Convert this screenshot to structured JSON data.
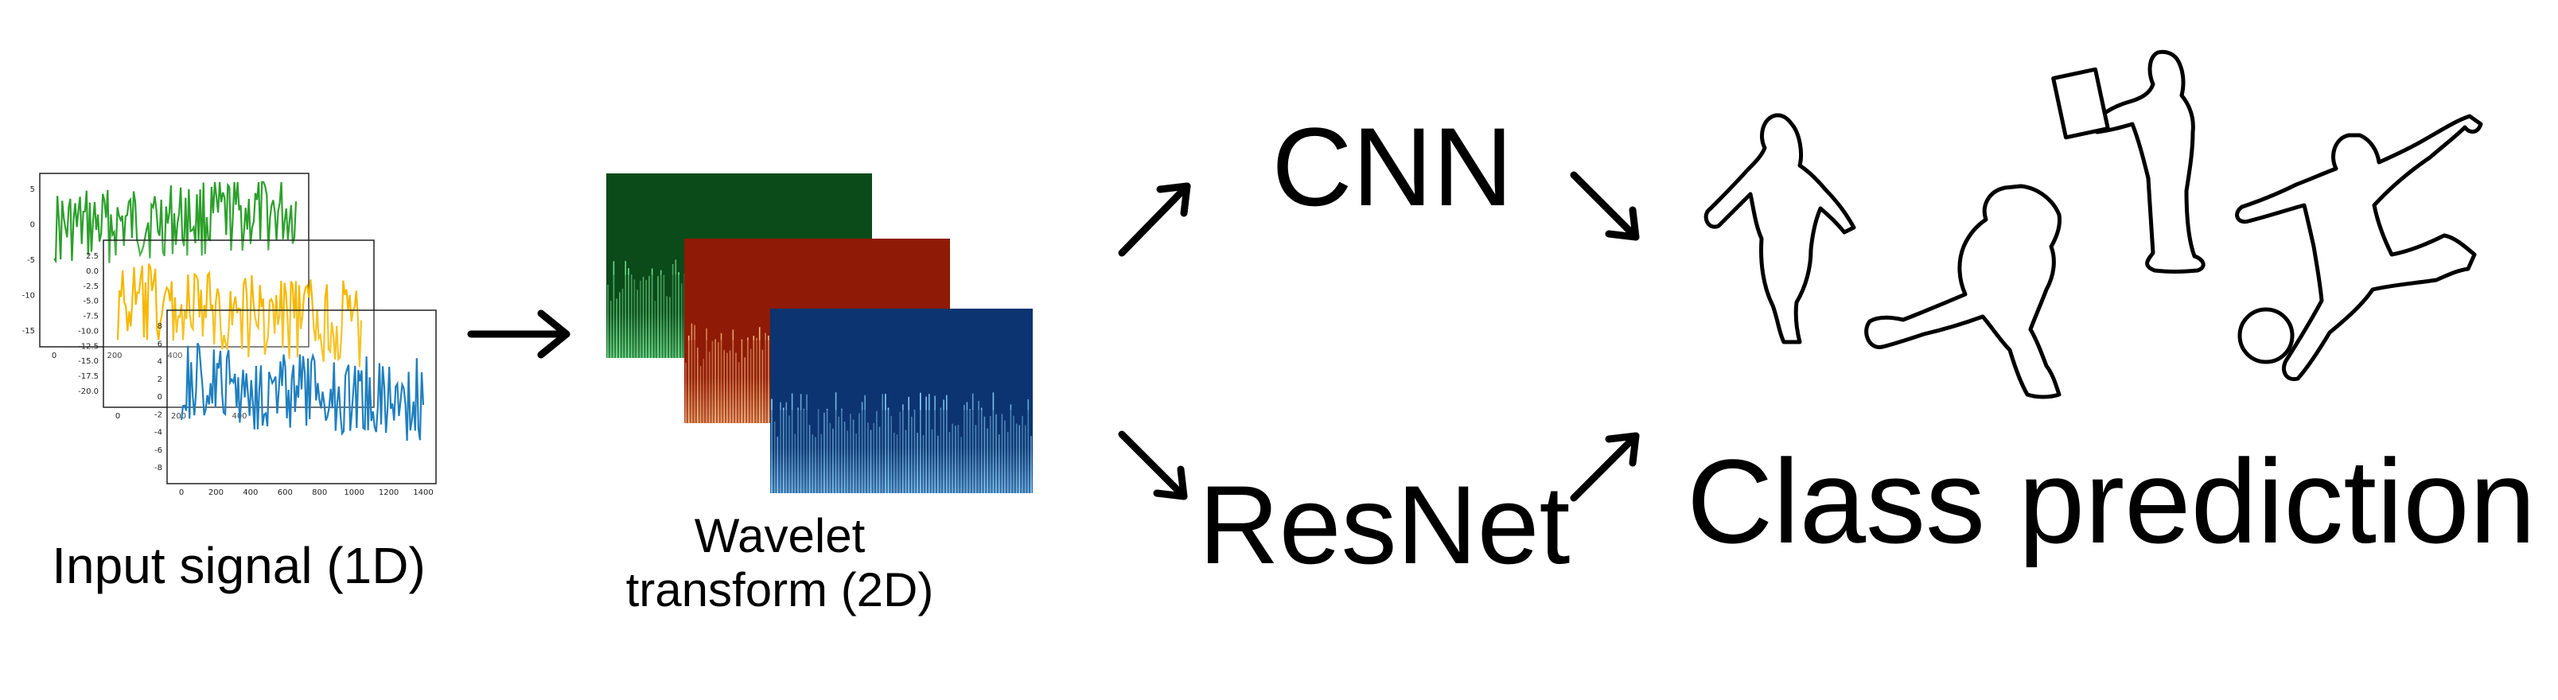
{
  "labels": {
    "input_signal": "Input signal (1D)",
    "wavelet_line1": "Wavelet",
    "wavelet_line2": "transform (2D)",
    "cnn": "CNN",
    "resnet": "ResNet",
    "class_prediction": "Class prediction"
  },
  "signal_plots": [
    {
      "color": "#2ca02c",
      "y_ticks": [
        "5",
        "0",
        "-5",
        "-10",
        "-15"
      ],
      "x_ticks": [
        "0",
        "200",
        "400"
      ]
    },
    {
      "color": "#f5b800",
      "y_ticks": [
        "2.5",
        "0.0",
        "-2.5",
        "-5.0",
        "-7.5",
        "-10.0",
        "-12.5",
        "-15.0",
        "-17.5",
        "-20.0"
      ],
      "x_ticks": [
        "0",
        "200",
        "400"
      ]
    },
    {
      "color": "#1f7fbf",
      "y_ticks": [
        "8",
        "6",
        "4",
        "2",
        "0",
        "-2",
        "-4",
        "-6",
        "-8"
      ],
      "x_ticks": [
        "0",
        "200",
        "400",
        "600",
        "800",
        "1000",
        "1200",
        "1400"
      ]
    }
  ],
  "scalograms": [
    {
      "top_color": "#0b4a19",
      "line_color": "#7ef09a"
    },
    {
      "top_color": "#8f1b06",
      "line_color": "#ffc888"
    },
    {
      "top_color": "#0c3470",
      "line_color": "#8fd7ff"
    }
  ],
  "figures": [
    "bowling-player-icon",
    "football-runner-icon",
    "presenter-icon",
    "soccer-kicker-icon",
    "soccer-ball-icon"
  ]
}
